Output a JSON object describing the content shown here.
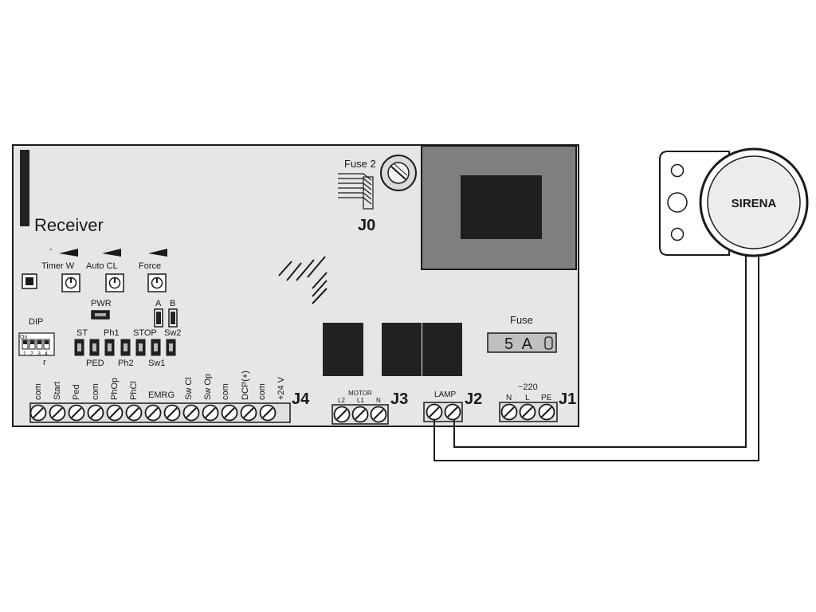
{
  "board": {
    "receiver_label": "Receiver",
    "fuse2_label": "Fuse 2",
    "j0_label": "J0",
    "fuse_label": "Fuse",
    "fuse_value": "5 A",
    "fuse_mark": "0",
    "trimmers": [
      "Timer W",
      "Auto CL",
      "Force"
    ],
    "trimmer_dash": "-",
    "pwr_label": "PWR",
    "a_label": "A",
    "b_label": "B",
    "dip_label": "DIP",
    "dip_on": "On",
    "dip_numbers": [
      "1",
      "2",
      "3",
      "4"
    ],
    "dip_r": "r",
    "leds_top": [
      "ST",
      "Ph1",
      "STOP",
      "Sw2"
    ],
    "leds_bottom": [
      "PED",
      "Ph2",
      "Sw1"
    ]
  },
  "connectors": {
    "j4": {
      "name": "J4",
      "terminals": [
        "com",
        "Start",
        "Ped",
        "com",
        "PhOp",
        "PhCl",
        "EMRG",
        "Sw Cl",
        "Sw Op",
        "com",
        "DCP(+)",
        "com",
        "+24 V"
      ]
    },
    "j3": {
      "name": "J3",
      "group_label": "MOTOR",
      "terminals": [
        "L2",
        "L1",
        "N"
      ]
    },
    "j2": {
      "name": "J2",
      "group_label": "LAMP"
    },
    "j1": {
      "name": "J1",
      "group_label": "~220",
      "terminals": [
        "N",
        "L",
        "PE"
      ]
    }
  },
  "siren": {
    "label": "SIRENA"
  },
  "colors": {
    "board_fill": "#e6e6e6",
    "transformer": "#7f7f7f",
    "relay": "#222222",
    "outline": "#1a1a1a"
  }
}
